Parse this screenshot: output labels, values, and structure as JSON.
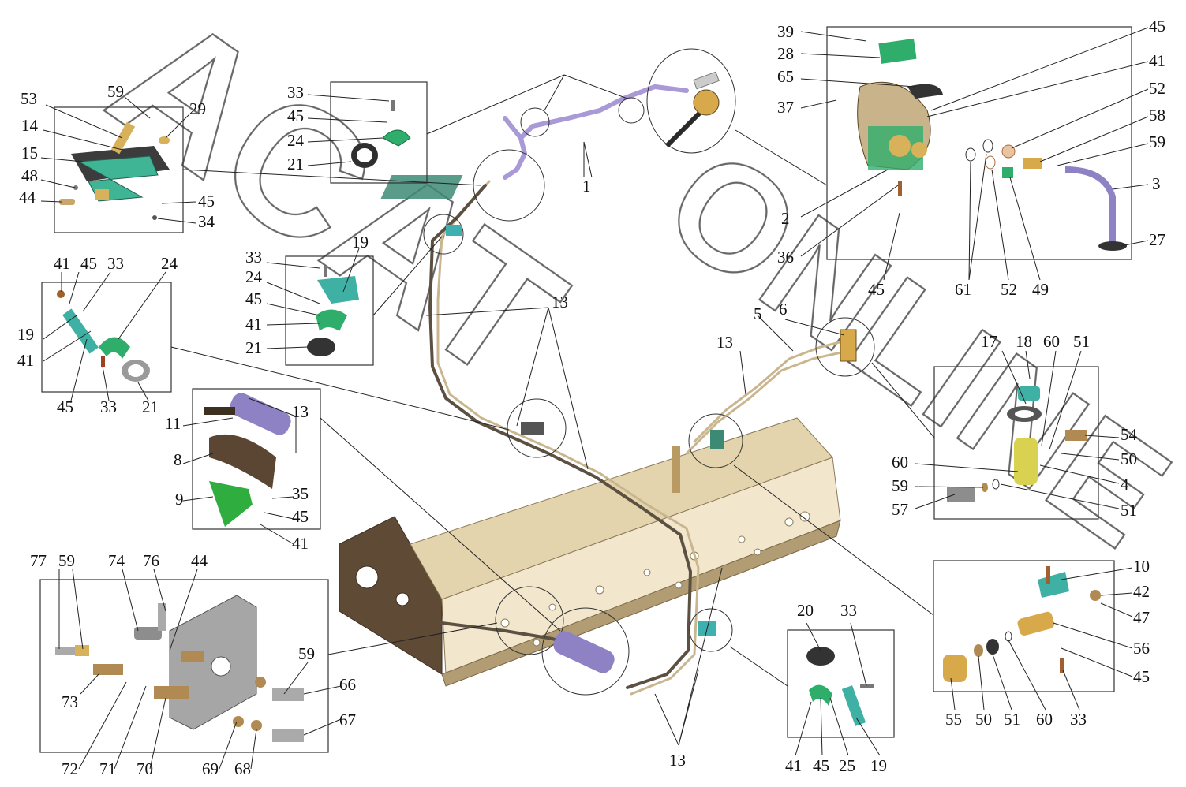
{
  "watermark": {
    "part1": "ACAT",
    "part2": "ONLINE"
  },
  "parts": {
    "p1": "1",
    "p2": "2",
    "p3": "3",
    "p4": "4",
    "p5": "5",
    "p6": "6",
    "p8": "8",
    "p9": "9",
    "p10": "10",
    "p11": "11",
    "p13a": "13",
    "p13b": "13",
    "p13c": "13",
    "p13d": "13",
    "p14": "14",
    "p15": "15",
    "p17": "17",
    "p18": "18",
    "p19a": "19",
    "p19b": "19",
    "p19c": "19",
    "p20": "20",
    "p21a": "21",
    "p21b": "21",
    "p21c": "21",
    "p24a": "24",
    "p24b": "24",
    "p24c": "24",
    "p25": "25",
    "p27": "27",
    "p28": "28",
    "p29": "29",
    "p33a": "33",
    "p33b": "33",
    "p33c": "33",
    "p33d": "33",
    "p33e": "33",
    "p33f": "33",
    "p34": "34",
    "p35": "35",
    "p36": "36",
    "p37": "37",
    "p39": "39",
    "p41a": "41",
    "p41b": "41",
    "p41c": "41",
    "p41d": "41",
    "p41e": "41",
    "p41f": "41",
    "p42": "42",
    "p44a": "44",
    "p44b": "44",
    "p45a": "45",
    "p45b": "45",
    "p45c": "45",
    "p45d": "45",
    "p45e": "45",
    "p45f": "45",
    "p45g": "45",
    "p45h": "45",
    "p45i": "45",
    "p45j": "45",
    "p47": "47",
    "p48": "48",
    "p49": "49",
    "p50a": "50",
    "p50b": "50",
    "p51a": "51",
    "p51b": "51",
    "p51c": "51",
    "p52a": "52",
    "p52b": "52",
    "p53": "53",
    "p54": "54",
    "p55": "55",
    "p56": "56",
    "p57": "57",
    "p58": "58",
    "p59a": "59",
    "p59b": "59",
    "p59c": "59",
    "p59d": "59",
    "p59e": "59",
    "p60a": "60",
    "p60b": "60",
    "p60c": "60",
    "p61": "61",
    "p65": "65",
    "p66": "66",
    "p67": "67",
    "p68": "68",
    "p69": "69",
    "p70": "70",
    "p71": "71",
    "p72": "72",
    "p73": "73",
    "p74": "74",
    "p76": "76",
    "p77": "77"
  }
}
